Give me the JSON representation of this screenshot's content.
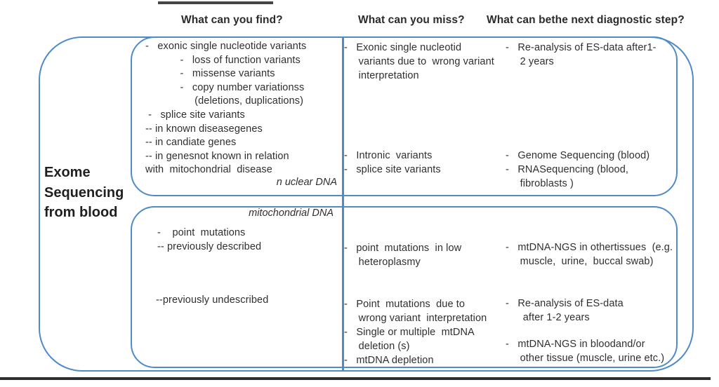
{
  "colors": {
    "accent_blue": "#4f8ac9",
    "text_ink": "#2f2f2f",
    "label_ink": "#1f1f1f",
    "rule_dark": "#454545",
    "bottom_rule": "#2e2e2e",
    "background": "#ffffff"
  },
  "headers": {
    "find": "What can you find?",
    "miss": "What can you miss?",
    "next": "What can bethe next diagnostic step?"
  },
  "source_label": "Exome\nSequencing\nfrom blood",
  "nuclear": {
    "tag": "n uclear DNA",
    "find": "-   exonic single nucleotide variants\n            -   loss of function variants\n            -   missense variants\n            -   copy number variationss\n                 (deletions, duplications)\n -   splice site variants\n-- in known diseasegenes\n-- in candiate genes\n-- in genesnot known in relation\nwith  mitochondrial  disease",
    "miss_1": "-   Exonic single nucleotid\n     variants due to  wrong variant\n     interpretation",
    "miss_2": "-   Intronic  variants\n-   splice site variants",
    "next_1": "-   Re-analysis of ES-data after1-\n     2 years",
    "next_2": "-   Genome Sequencing (blood)\n-   RNASequencing (blood,\n     fibroblasts )"
  },
  "mito": {
    "tag": "mitochondrial DNA",
    "find_1": "-    point  mutations\n-- previously described",
    "find_2": "--previously undescribed",
    "miss_1": "-   point  mutations  in low\n     heteroplasmy",
    "miss_2": "-   Point  mutations  due to\n     wrong variant  interpretation\n-   Single or multiple  mtDNA\n     deletion (s)\n-   mtDNA depletion",
    "next_1": "-   mtDNA-NGS in othertissues  (e.g.\n     muscle,  urine,  buccal swab)",
    "next_2": "-   Re-analysis of ES-data\n      after 1-2 years",
    "next_3": "-   mtDNA-NGS in bloodand/or\n     other tissue (muscle, urine etc.)"
  }
}
